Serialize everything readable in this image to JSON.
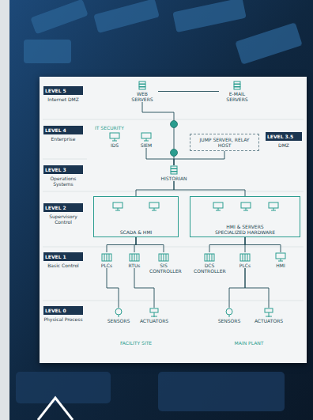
{
  "diagram": {
    "nodes": [
      {
        "text": [
          "LEVEL 5",
          "Internet DMZ"
        ]
      },
      {
        "text": [
          "WEB SERVERS"
        ]
      },
      {
        "text": [
          "E-MAIL SERVERS"
        ]
      },
      {
        "text": [
          "LEVEL 4",
          "Enterprise"
        ]
      },
      {
        "text": [
          "IDS"
        ]
      },
      {
        "text": [
          "SIEM"
        ]
      },
      {
        "text": [
          "JUMP SERVER, RELAY HOST"
        ]
      },
      {
        "text": [
          "LEVEL 3.5",
          "DMZ"
        ]
      },
      {
        "text": [
          "LEVEL 3",
          "Operations Systems"
        ]
      },
      {
        "text": [
          "HISTORIAN"
        ]
      },
      {
        "text": [
          "LEVEL 2",
          "Supervisory Control"
        ]
      },
      {
        "text": [
          "SCADA & HMI"
        ]
      },
      {
        "text": [
          "HMI & SERVERS",
          "SPECIALIZED HARDWARE"
        ]
      },
      {
        "text": [
          "LEVEL 1",
          "Basic Control"
        ]
      },
      {
        "text": [
          "PLCs"
        ]
      },
      {
        "text": [
          "RTUs"
        ]
      },
      {
        "text": [
          "SIS CONTROLLER"
        ]
      },
      {
        "text": [
          "DCS CONTROLLER"
        ]
      },
      {
        "text": [
          "PLCs"
        ]
      },
      {
        "text": [
          "HMI"
        ]
      },
      {
        "text": [
          "LEVEL 0",
          "Physical Process"
        ]
      },
      {
        "text": [
          "SENSORS"
        ]
      },
      {
        "text": [
          "ACTUATORS"
        ]
      },
      {
        "text": [
          "SENSORS"
        ]
      },
      {
        "text": [
          "ACTUATORS"
        ]
      }
    ],
    "edges": [
      {
        "from": 1,
        "to": 2,
        "arrow": "none"
      },
      {
        "from": 1,
        "to": 9,
        "arrow": "none"
      },
      {
        "from": 5,
        "to": 9,
        "arrow": "none"
      },
      {
        "from": 6,
        "to": 9,
        "arrow": "none"
      },
      {
        "from": 9,
        "to": 11,
        "arrow": "none"
      },
      {
        "from": 9,
        "to": 12,
        "arrow": "none"
      },
      {
        "from": 11,
        "to": 14,
        "arrow": "none"
      },
      {
        "from": 11,
        "to": 15,
        "arrow": "none"
      },
      {
        "from": 11,
        "to": 16,
        "arrow": "none"
      },
      {
        "from": 12,
        "to": 17,
        "arrow": "none"
      },
      {
        "from": 12,
        "to": 18,
        "arrow": "none"
      },
      {
        "from": 12,
        "to": 19,
        "arrow": "none"
      },
      {
        "from": 14,
        "to": 21,
        "arrow": "none"
      },
      {
        "from": 15,
        "to": 22,
        "arrow": "none"
      },
      {
        "from": 18,
        "to": 23,
        "arrow": "none"
      },
      {
        "from": 18,
        "to": 24,
        "arrow": "none"
      }
    ],
    "labels": [
      "IT SECURITY",
      "FACILITY SITE",
      "MAIN PLANT"
    ]
  }
}
